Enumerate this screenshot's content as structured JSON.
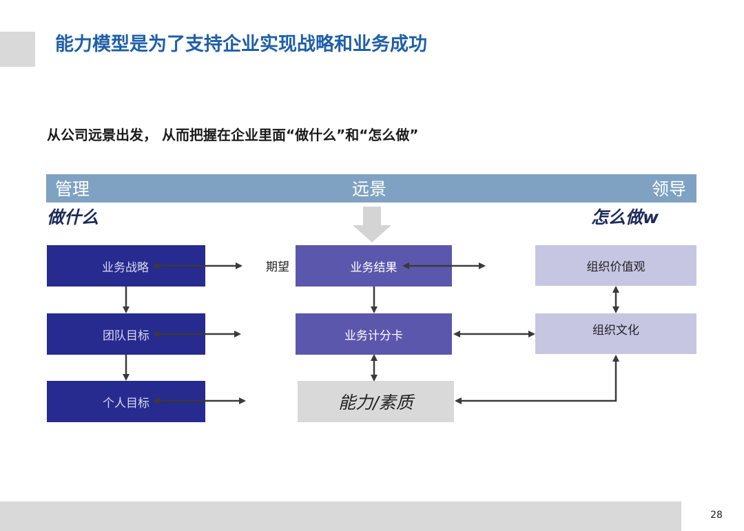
{
  "slide": {
    "title": "能力模型是为了支持企业实现战略和业务成功",
    "subtitle": "从公司远景出发， 从而把握在企业里面“做什么”和“怎么做”",
    "page_number": "28"
  },
  "band": {
    "left": "管理",
    "center": "远景",
    "right": "领导"
  },
  "headings": {
    "what": "做什么",
    "how": "怎么做w"
  },
  "left_column": [
    "业务战略",
    "团队目标",
    "个人目标"
  ],
  "middle_column": {
    "expect_label": "期望",
    "result": "业务结果",
    "scorecard": "业务计分卡",
    "capability": "能力/素质"
  },
  "right_column": {
    "values": "组织价值观",
    "culture": "组织文化"
  },
  "colors": {
    "title": "#1f5fa8",
    "band": "#7fa2c2",
    "dark_box": "#272a8e",
    "mid_box": "#5b57ad",
    "light_box": "#c6c6e3",
    "grey_box": "#d9d9d9",
    "arrow": "#3a3a3a"
  }
}
